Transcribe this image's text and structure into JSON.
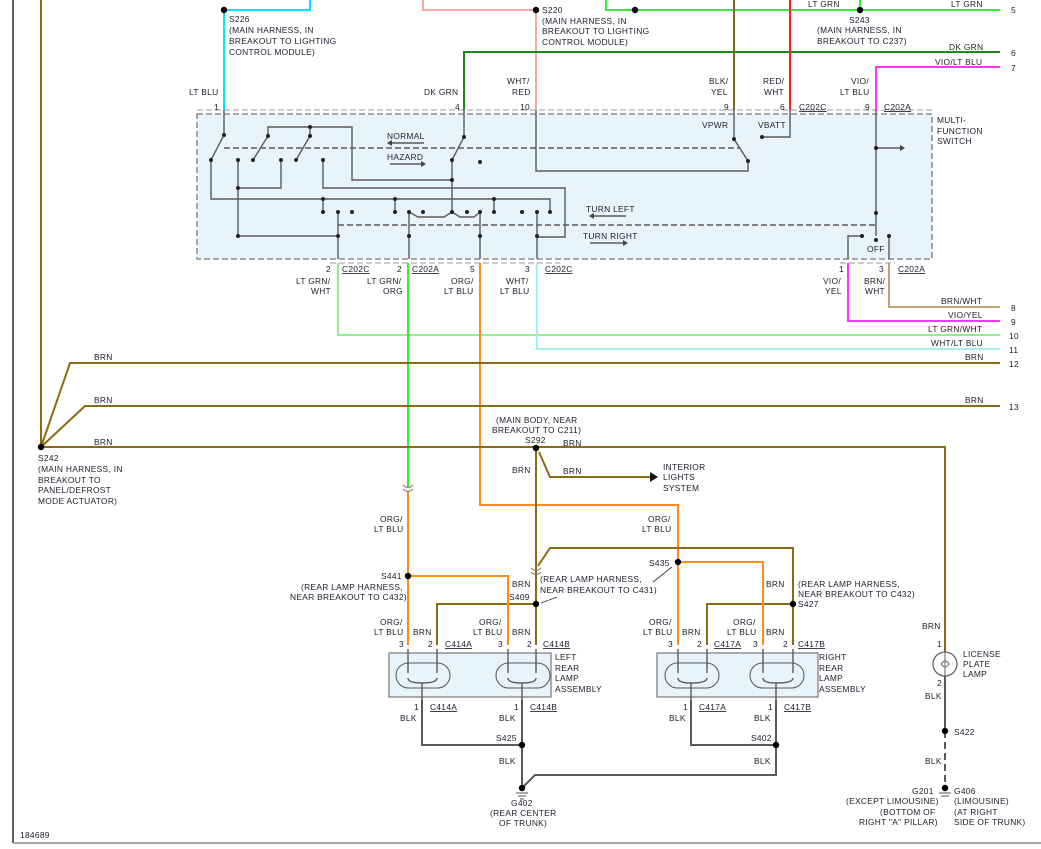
{
  "diagram_id": "184689",
  "colors": {
    "lt_blu": "#00e8ff",
    "wht_red": "#f4a8a8",
    "lt_grn": "#33ee33",
    "dk_grn": "#1a8a1a",
    "vio_lt_blu": "#ff33ff",
    "red_wht": "#ff2020",
    "blk_yel": "#7a6a20",
    "brn": "#8a6a14",
    "org_lt_blu": "#ff8c1a",
    "lt_grn_wht": "#8ef08e",
    "wht_lt_blu": "#a8f0f0",
    "brn_wht": "#bca670",
    "vio_yel": "#ff33ff",
    "blk": "#5a5a5a",
    "switch_fill": "#e8f4fb"
  },
  "top": {
    "s226": "S226",
    "s226_note": [
      "(MAIN HARNESS, IN",
      "BREAKOUT TO LIGHTING",
      "CONTROL MODULE)"
    ],
    "s220": "S220",
    "s220_note": [
      "(MAIN HARNESS, IN",
      "BREAKOUT TO LIGHTING",
      "CONTROL MODULE)"
    ],
    "s243": "S243",
    "s243_note": [
      "(MAIN HARNESS, IN",
      "BREAKOUT TO C237)"
    ],
    "lt_grn": "LT GRN",
    "dk_grn": "DK GRN",
    "vio_lt_blu": "VIO/LT BLU"
  },
  "switch": {
    "name": [
      "MULTI-",
      "FUNCTION",
      "SWITCH"
    ],
    "top_pins": [
      {
        "pin": "1",
        "wire": [
          "LT BLU"
        ]
      },
      {
        "pin": "4",
        "wire": [
          "DK GRN"
        ]
      },
      {
        "pin": "10",
        "wire": [
          "WHT/",
          "RED"
        ]
      },
      {
        "pin": "9",
        "wire": [
          "BLK/",
          "YEL"
        ]
      },
      {
        "pin": "6",
        "wire": [
          "RED/",
          "WHT"
        ],
        "connector": "C202C"
      },
      {
        "pin": "9",
        "wire": [
          "VIO/",
          "LT BLU"
        ],
        "connector": "C202A"
      }
    ],
    "bottom_pins": [
      {
        "pin": "2",
        "connector": "C202C",
        "wire": [
          "LT GRN/",
          "WHT"
        ]
      },
      {
        "pin": "2",
        "connector": "C202A",
        "wire": [
          "LT GRN/",
          "ORG"
        ]
      },
      {
        "pin": "5",
        "wire": [
          "ORG/",
          "LT BLU"
        ]
      },
      {
        "pin": "3",
        "connector": "C202C",
        "wire": [
          "WHT/",
          "LT BLU"
        ]
      },
      {
        "pin": "1",
        "wire": [
          "VIO/",
          "YEL"
        ]
      },
      {
        "pin": "3",
        "connector": "C202A",
        "wire": [
          "BRN/",
          "WHT"
        ]
      }
    ],
    "normal": "NORMAL",
    "hazard": "HAZARD",
    "turn_left": "TURN LEFT",
    "turn_right": "TURN RIGHT",
    "vpwr": "VPWR",
    "vbatt": "VBATT",
    "off": "OFF"
  },
  "right_refs": [
    {
      "num": "5",
      "wire": "LT GRN"
    },
    {
      "num": "6",
      "wire": "DK GRN"
    },
    {
      "num": "7",
      "wire": "VIO/LT BLU"
    },
    {
      "num": "8",
      "wire": "BRN/WHT"
    },
    {
      "num": "9",
      "wire": "VIO/YEL"
    },
    {
      "num": "10",
      "wire": "LT GRN/WHT"
    },
    {
      "num": "11",
      "wire": "WHT/LT BLU"
    },
    {
      "num": "12",
      "wire": "BRN"
    },
    {
      "num": "13",
      "wire": "BRN"
    }
  ],
  "ground_bus": {
    "brn": "BRN",
    "s242": "S242",
    "s242_note": [
      "(MAIN HARNESS, IN",
      "BREAKOUT TO",
      "PANEL/DEFROST",
      "MODE ACTUATOR)"
    ],
    "s292": "S292",
    "s292_note": [
      "(MAIN BODY, NEAR",
      "BREAKOUT TO C211)"
    ],
    "interior": [
      "INTERIOR",
      "LIGHTS",
      "SYSTEM"
    ]
  },
  "rear": {
    "org_lt_blu": [
      "ORG/",
      "LT BLU"
    ],
    "brn": "BRN",
    "blk": "BLK",
    "s441": "S441",
    "s441_note": [
      "(REAR LAMP HARNESS,",
      "NEAR BREAKOUT TO C432)"
    ],
    "s409": "S409",
    "s409_note": [
      "(REAR LAMP HARNESS,",
      "NEAR BREAKOUT TO C431)"
    ],
    "s435": "S435",
    "s427": "S427",
    "s427_note": [
      "(REAR LAMP HARNESS,",
      "NEAR BREAKOUT TO C432)"
    ],
    "left_lamp": [
      "LEFT",
      "REAR",
      "LAMP",
      "ASSEMBLY"
    ],
    "right_lamp": [
      "RIGHT",
      "REAR",
      "LAMP",
      "ASSEMBLY"
    ],
    "c414a": "C414A",
    "c414b": "C414B",
    "c417a": "C417A",
    "c417b": "C417B",
    "pin1": "1",
    "pin2": "2",
    "pin3": "3",
    "s425": "S425",
    "s402": "S402",
    "g402": "G402",
    "g402_note": [
      "(REAR CENTER",
      "OF TRUNK)"
    ]
  },
  "license": {
    "name": [
      "LICENSE",
      "PLATE",
      "LAMP"
    ],
    "s422": "S422",
    "g201": "G201",
    "g201_note": [
      "(EXCEPT LIMOUSINE)",
      "(BOTTOM OF",
      "RIGHT \"A\" PILLAR)"
    ],
    "g406": "G406",
    "g406_note": [
      "(LIMOUSINE)",
      "(AT RIGHT",
      "SIDE OF TRUNK)"
    ]
  }
}
